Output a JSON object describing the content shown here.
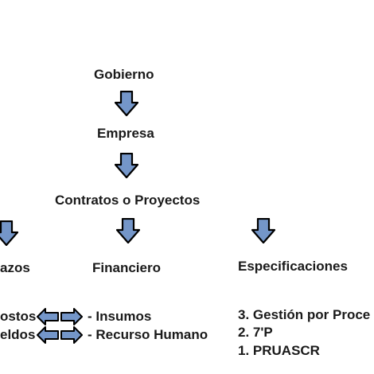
{
  "nodes": {
    "gobierno": "Gobierno",
    "empresa": "Empresa",
    "contratos": "Contratos o Proyectos",
    "plazos": "azos",
    "financiero": "Financiero",
    "especificaciones": "Especificaciones"
  },
  "left_items": [
    "ostos",
    "eldos"
  ],
  "financiero_items": [
    "- Insumos",
    "- Recurso Humano"
  ],
  "especificaciones_items": [
    "3. Gestión por Proce",
    "2. 7'P",
    "1. PRUASCR"
  ],
  "colors": {
    "arrow_fill": "#7496c9",
    "arrow_stroke": "#000000",
    "text": "#1a1a1a"
  },
  "icons": {
    "down_arrow": "block-arrow-down",
    "double_arrow": "block-arrow-left-right"
  }
}
